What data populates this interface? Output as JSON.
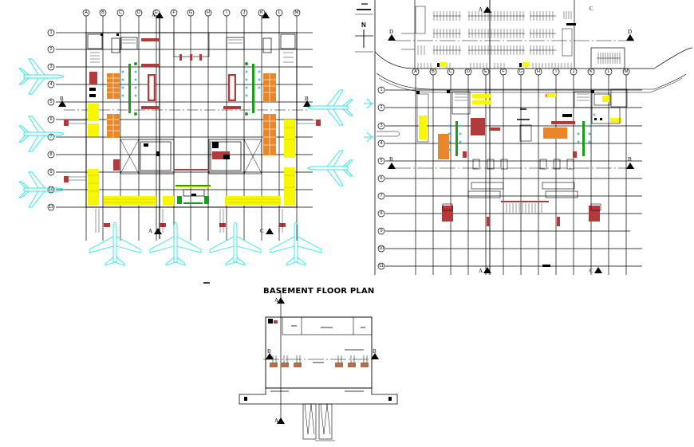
{
  "drawing": {
    "type": "CAD architectural drawing - airport terminal floor plans",
    "colors": {
      "background": "#ffffff",
      "lines": "#000000",
      "aircraft": "#2ee6e6",
      "seating": "#f7f700",
      "furniture_orange": "#e8872a",
      "furniture_red": "#b33a3a",
      "planters": "#1a9e1a"
    }
  },
  "plans": [
    {
      "id": "ground-floor-left",
      "column_grid": [
        "A",
        "B",
        "C",
        "D",
        "E",
        "F",
        "G",
        "H",
        "I",
        "J",
        "K",
        "L",
        "M"
      ],
      "row_grid": [
        "1",
        "2",
        "3",
        "4",
        "5",
        "6",
        "7",
        "8",
        "9",
        "10",
        "11"
      ],
      "section_markers": [
        "A",
        "A",
        "B",
        "B",
        "C",
        "C"
      ],
      "aircraft_count": 10
    },
    {
      "id": "upper-floor-right",
      "column_grid": [
        "A",
        "B",
        "C",
        "D",
        "E",
        "F",
        "G",
        "H",
        "I",
        "J",
        "K",
        "L",
        "M"
      ],
      "row_grid": [
        "1",
        "2",
        "3",
        "4",
        "5",
        "6",
        "7",
        "8",
        "9",
        "10",
        "11"
      ],
      "section_markers": [
        "A",
        "A",
        "B",
        "B",
        "C",
        "C",
        "D",
        "D"
      ],
      "parking_label": "C",
      "north_label": "N"
    },
    {
      "id": "basement",
      "title": "BASEMENT FLOOR PLAN",
      "section_markers": [
        "A",
        "A",
        "B",
        "B"
      ]
    }
  ]
}
